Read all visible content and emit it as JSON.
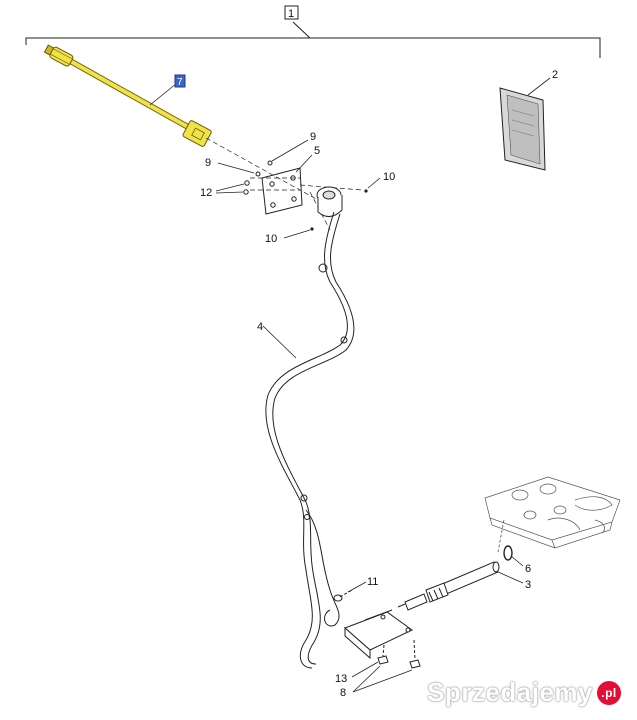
{
  "callouts": {
    "c1": "1",
    "c2": "2",
    "c3": "3",
    "c4": "4",
    "c5": "5",
    "c6": "6",
    "c7": "7",
    "c8": "8",
    "c9a": "9",
    "c9b": "9",
    "c10a": "10",
    "c10b": "10",
    "c11": "11",
    "c12": "12",
    "c13": "13"
  },
  "colors": {
    "highlight_cable": "#f0e24a",
    "highlight_box": "#3a64c8",
    "line": "#222222"
  },
  "watermark": {
    "text": "Sprzedajemy",
    "badge": ".pl"
  }
}
